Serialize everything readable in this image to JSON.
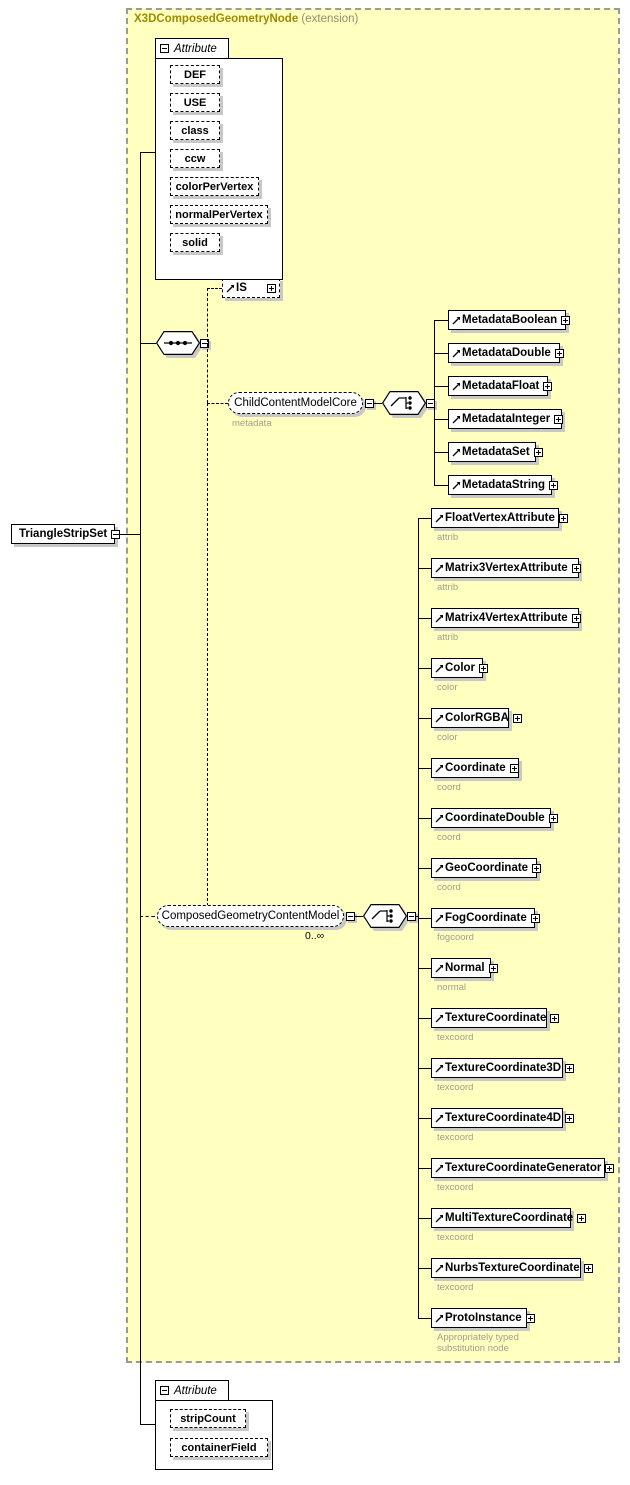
{
  "diagram": {
    "type": "xml-schema-element-diagram",
    "root_element": "TriangleStripSet",
    "extension_box": {
      "base_type": "X3DComposedGeometryNode",
      "qualifier": "(extension)"
    },
    "colors": {
      "extension_fill": "#ffffbf",
      "extension_border": "#9a9a9a",
      "extension_title": "#9b8b00",
      "sublabel": "#a0a090",
      "shadow": "#c8c8c8",
      "box_fill": "#ffffff",
      "line": "#000000"
    }
  },
  "root": {
    "label": "TriangleStripSet",
    "toggle": "minus-box"
  },
  "inherited_attributes": {
    "tab_label": "Attribute",
    "toggle": "minus-box",
    "items": [
      {
        "label": "DEF"
      },
      {
        "label": "USE"
      },
      {
        "label": "class"
      },
      {
        "label": "ccw"
      },
      {
        "label": "colorPerVertex"
      },
      {
        "label": "normalPerVertex"
      },
      {
        "label": "solid"
      }
    ]
  },
  "sequence_compositor": {
    "icon": "sequence-icon",
    "toggle": "minus-box"
  },
  "sequence_children": [
    {
      "label": "IS",
      "optional": true,
      "toggle": "plus-box",
      "sublabel": ""
    },
    {
      "label": "ChildContentModelCore",
      "kind": "group-ref",
      "toggle": "minus-box",
      "sublabel": "metadata"
    }
  ],
  "child_content_model_core": {
    "choice_compositor": {
      "icon": "choice-icon",
      "toggle": "minus-box"
    },
    "elements": [
      {
        "label": "MetadataBoolean",
        "toggle": "plus-box",
        "sublabel": ""
      },
      {
        "label": "MetadataDouble",
        "toggle": "plus-box",
        "sublabel": ""
      },
      {
        "label": "MetadataFloat",
        "toggle": "plus-box",
        "sublabel": ""
      },
      {
        "label": "MetadataInteger",
        "toggle": "plus-box",
        "sublabel": ""
      },
      {
        "label": "MetadataSet",
        "toggle": "plus-box",
        "sublabel": ""
      },
      {
        "label": "MetadataString",
        "toggle": "plus-box",
        "sublabel": ""
      }
    ]
  },
  "composed_geometry_content_model": {
    "label": "ComposedGeometryContentModel",
    "kind": "group-ref",
    "toggle": "minus-box",
    "cardinality": "0..∞",
    "choice_compositor": {
      "icon": "choice-icon",
      "toggle": "minus-box"
    },
    "elements": [
      {
        "label": "FloatVertexAttribute",
        "toggle": "plus-box",
        "sublabel": "attrib"
      },
      {
        "label": "Matrix3VertexAttribute",
        "toggle": "plus-box",
        "sublabel": "attrib"
      },
      {
        "label": "Matrix4VertexAttribute",
        "toggle": "plus-box",
        "sublabel": "attrib"
      },
      {
        "label": "Color",
        "toggle": "plus-box",
        "sublabel": "color"
      },
      {
        "label": "ColorRGBA",
        "toggle": "plus-box",
        "sublabel": "color"
      },
      {
        "label": "Coordinate",
        "toggle": "plus-box",
        "sublabel": "coord"
      },
      {
        "label": "CoordinateDouble",
        "toggle": "plus-box",
        "sublabel": "coord"
      },
      {
        "label": "GeoCoordinate",
        "toggle": "plus-box",
        "sublabel": "coord"
      },
      {
        "label": "FogCoordinate",
        "toggle": "plus-box",
        "sublabel": "fogcoord"
      },
      {
        "label": "Normal",
        "toggle": "plus-box",
        "sublabel": "normal"
      },
      {
        "label": "TextureCoordinate",
        "toggle": "plus-box",
        "sublabel": "texcoord"
      },
      {
        "label": "TextureCoordinate3D",
        "toggle": "plus-box",
        "sublabel": "texcoord"
      },
      {
        "label": "TextureCoordinate4D",
        "toggle": "plus-box",
        "sublabel": "texcoord"
      },
      {
        "label": "TextureCoordinateGenerator",
        "toggle": "plus-box",
        "sublabel": "texcoord"
      },
      {
        "label": "MultiTextureCoordinate",
        "toggle": "plus-box",
        "sublabel": "texcoord"
      },
      {
        "label": "NurbsTextureCoordinate",
        "toggle": "plus-box",
        "sublabel": "texcoord"
      },
      {
        "label": "ProtoInstance",
        "toggle": "plus-box",
        "sublabel": "Appropriately typed\nsubstitution node"
      }
    ]
  },
  "own_attributes": {
    "tab_label": "Attribute",
    "toggle": "minus-box",
    "items": [
      {
        "label": "stripCount"
      },
      {
        "label": "containerField"
      }
    ]
  }
}
